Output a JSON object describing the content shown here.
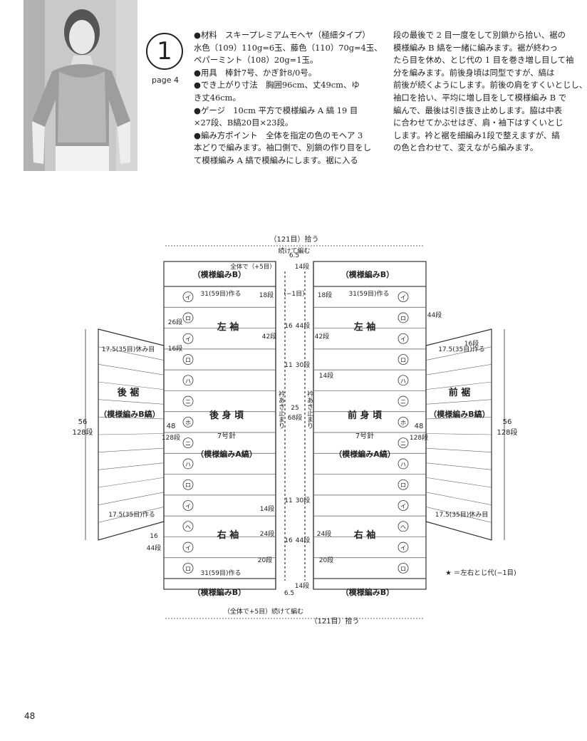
{
  "header": {
    "pattern_number": "1",
    "page_ref": "page 4"
  },
  "instructions": {
    "col1": [
      "●材料　スキープレミアムモヘヤ（極細タイプ）",
      "水色（109）110g=6玉、藤色（110）70g=4玉、",
      "ペパーミント（108）20g=1玉。",
      "●用具　棒針7号、かぎ針8/0号。",
      "●でき上がり寸法　胸囲96cm、丈49cm、ゆ",
      "き丈46cm。",
      "●ゲージ　10cm 平方で模様編み A 縞 19 目",
      "×27段、B縞20目×23段。",
      "●編み方ポイント　全体を指定の色のモヘア 3",
      "本どりで編みます。袖口側で、別鎖の作り目をし",
      "て模様編み A 縞で模編みにします。裾に入る"
    ],
    "col2": [
      "段の最後で 2 目一度をして別鎖から拾い、裾の",
      "模様編み B 縞を一緒に編みます。裾が終わっ",
      "たら目を休め、とじ代の 1 目を巻き増し目して袖",
      "分を編みます。前後身頃は同型ですが、縞は",
      "前後が続くようにします。前後の肩をすくいとじし、",
      "袖口を拾い、平均に増し目をして模様編み B で",
      "編んで、最後は引き抜き止めします。脇は中表",
      "に合わせてかぶせはぎ、肩・袖下はすくいとじ",
      "します。衿と裾を細編み1段で整えますが、縞",
      "の色と合わせて、変えながら編みます。"
    ]
  },
  "diagram": {
    "top_label": "（121目）拾う",
    "top_sublabel": "続けて編む",
    "top_inc_label": "全体で（+5目）",
    "bottom_label": "（121目）拾う",
    "bottom_sublabel": "（全体で+5目）続けて編む",
    "band_b": "（模様編みB）",
    "left_sleeve": "左 袖",
    "right_sleeve": "右 袖",
    "back_body": "後 身 頃",
    "front_body": "前 身 頃",
    "back_hem": "後 裾",
    "front_hem": "前 裾",
    "hem_pattern": "（模様編みB縞）",
    "body_pattern": "（模様編みA縞）",
    "needle": "7号針",
    "neck": "衿あき止まり",
    "legend": "★ ＝左右とじ代(−1目)",
    "stripes_left": [
      "イ",
      "ロ",
      "イ",
      "ロ",
      "ハ",
      "ニ",
      "ホ",
      "ニ",
      "ハ",
      "ロ",
      "イ",
      "ヘ",
      "イ",
      "ロ"
    ],
    "dims": {
      "d65": "6.5",
      "d14dan": "14段",
      "d18dan": "18段",
      "d26dan": "26段",
      "d16dan": "16段",
      "d42dan": "42段",
      "d44dan": "44段",
      "d16": "16",
      "d11": "11",
      "d30dan": "30段",
      "d25": "25",
      "d68dan": "68段",
      "minus1": "（−1目）",
      "d31_59": "31(59目)作る",
      "d175_35_rest": "17.5(35目)休み目",
      "d175_35_make": "17.5(35目)作る",
      "d56": "56",
      "d128dan": "128段",
      "d48": "48",
      "d24dan": "24段",
      "d20dan": "20段"
    }
  },
  "footer": {
    "page_number": "48"
  }
}
